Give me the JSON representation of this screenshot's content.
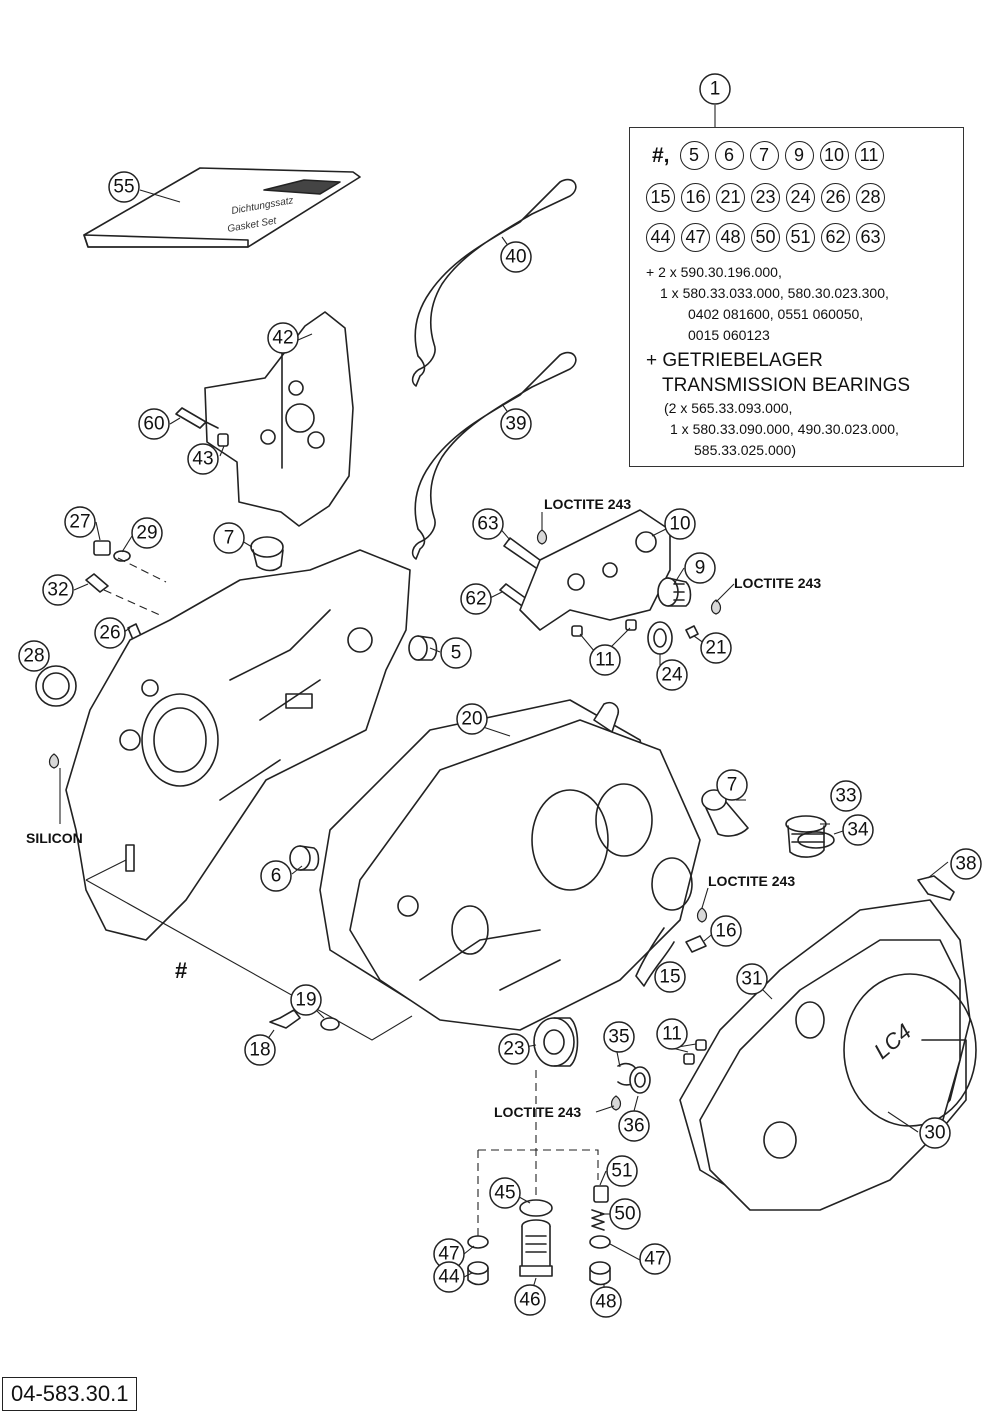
{
  "drawing_number": "04-583.30.1",
  "kit": {
    "callout": "1",
    "hash": "#,",
    "row1": [
      "5",
      "6",
      "7",
      "9",
      "10",
      "11"
    ],
    "row2": [
      "15",
      "16",
      "21",
      "23",
      "24",
      "26",
      "28"
    ],
    "row3": [
      "44",
      "47",
      "48",
      "50",
      "51",
      "62",
      "63"
    ],
    "lines_small_1": [
      "+ 2 x 590.30.196.000,",
      "1 x 580.33.033.000, 580.30.023.300,",
      "0402 081600, 0551 060050,",
      "0015 060123"
    ],
    "line_big_1": "+ GETRIEBELAGER",
    "line_big_2": "TRANSMISSION BEARINGS",
    "lines_small_2": [
      "(2 x 565.33.093.000,",
      "1 x 580.33.090.000, 490.30.023.000,",
      "585.33.025.000)"
    ]
  },
  "labels": {
    "loctite_a": "LOCTITE 243",
    "loctite_b": "LOCTITE 243",
    "loctite_c": "LOCTITE 243",
    "loctite_d": "LOCTITE 243",
    "silicon": "SILICON",
    "hash": "#"
  },
  "gasket_kit_text": {
    "line1": "Dichtungssatz",
    "line2": "Gasket Set"
  },
  "cover_logo": "LC4",
  "callouts": [
    "55",
    "40",
    "42",
    "60",
    "43",
    "39",
    "27",
    "29",
    "7",
    "63",
    "10",
    "9",
    "32",
    "62",
    "5",
    "26",
    "28",
    "11",
    "24",
    "21",
    "20",
    "7",
    "33",
    "34",
    "6",
    "38",
    "16",
    "19",
    "15",
    "31",
    "18",
    "23",
    "35",
    "11",
    "36",
    "30",
    "51",
    "45",
    "50",
    "47",
    "47",
    "44",
    "46",
    "48"
  ]
}
